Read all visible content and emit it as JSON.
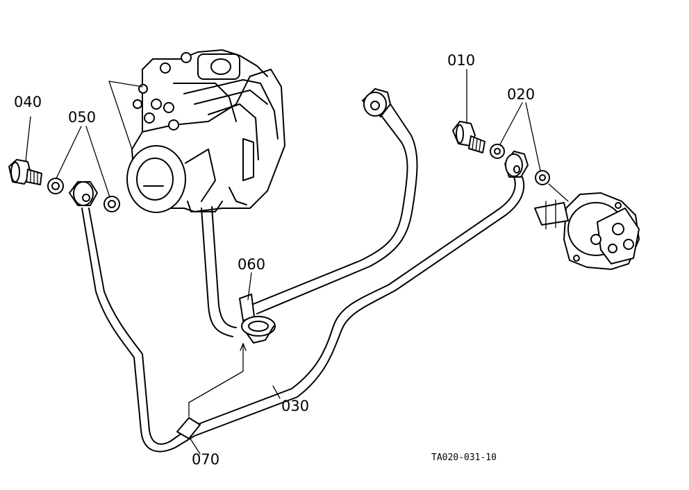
{
  "labels": {
    "p010": "010",
    "p020": "020",
    "p030": "030",
    "p040": "040",
    "p050": "050",
    "p060": "060",
    "p070": "070"
  },
  "drawing_code": "TA020-031-10"
}
